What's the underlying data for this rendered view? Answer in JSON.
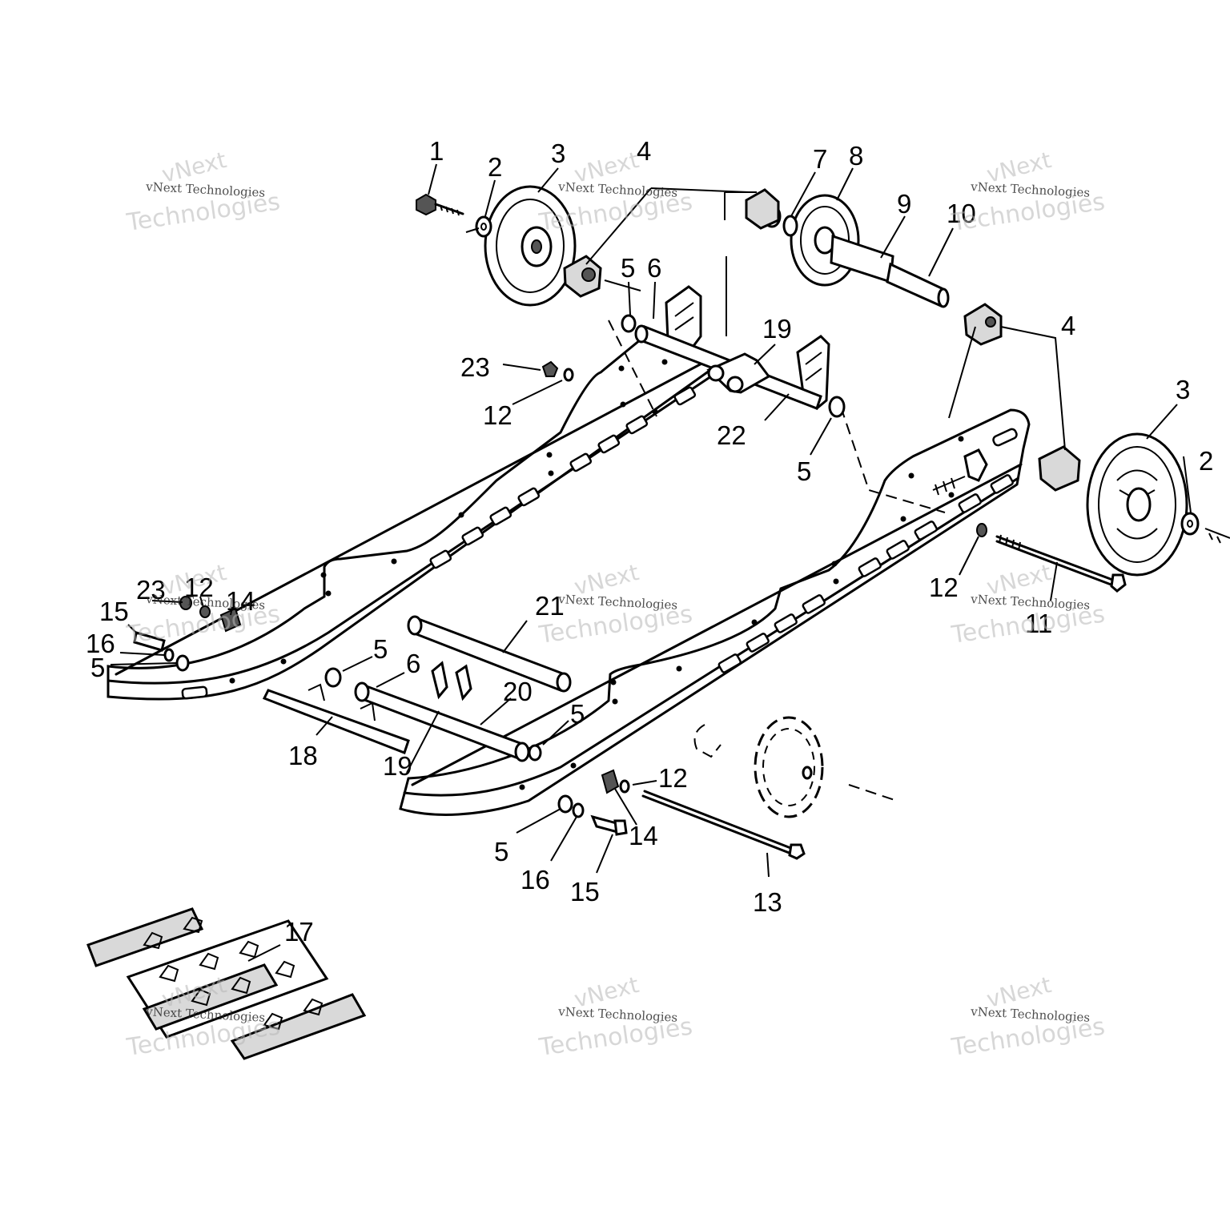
{
  "callouts": {
    "c1": "1",
    "c2": "2",
    "c3": "3",
    "c4": "4",
    "c5": "5",
    "c6": "6",
    "c7": "7",
    "c8": "8",
    "c9": "9",
    "c10": "10",
    "c11": "11",
    "c12": "12",
    "c13": "13",
    "c14": "14",
    "c15": "15",
    "c16": "16",
    "c17": "17",
    "c18": "18",
    "c19": "19",
    "c20": "20",
    "c21": "21",
    "c22": "22",
    "c23": "23"
  },
  "watermark": {
    "brand": "vNext",
    "company": "Technologies",
    "full": "vNext Technologies"
  }
}
